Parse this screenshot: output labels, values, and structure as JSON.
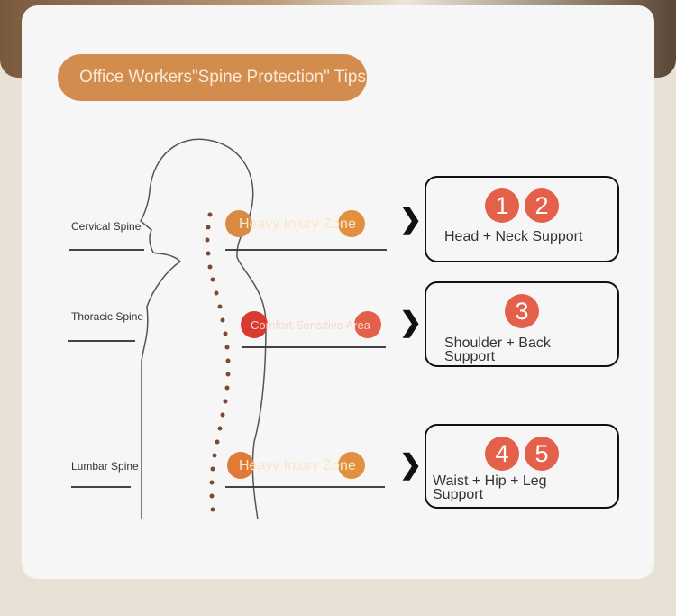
{
  "title": "Office Workers\"Spine Protection\" Tips",
  "spine_labels": [
    "Cervical Spine",
    "Thoracic Spine",
    "Lumbar Spine"
  ],
  "zones": [
    "Heavy Injury Zone",
    "Comfort Sensitive Area",
    "Heavy Injury Zone"
  ],
  "boxes": [
    {
      "nums": [
        "1",
        "2"
      ],
      "text": "Head + Neck Support"
    },
    {
      "nums": [
        "3"
      ],
      "text": "Shoulder + Back Support"
    },
    {
      "nums": [
        "4",
        "5"
      ],
      "text": "Waist + Hip + Leg Support"
    }
  ]
}
